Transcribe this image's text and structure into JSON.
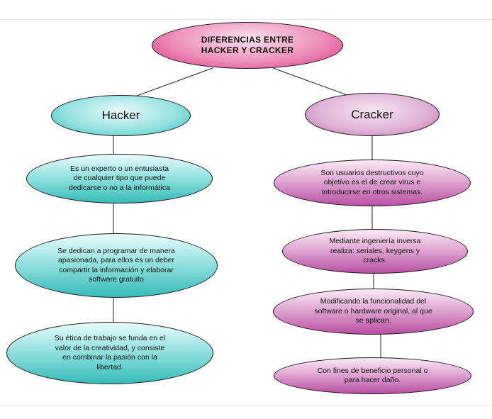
{
  "root": {
    "label": "DIFERENCIAS ENTRE\nHACKER Y CRACKER"
  },
  "hacker": {
    "title": "Hacker",
    "items": [
      "Es un experto o un entusiasta\nde cualquier tipo que puede\ndedicarse o no a la informática",
      "Se dedican a programar de manera\napasionada, para ellos es un deber\ncompartir la información y elaborar\nsoftware gratuito",
      "Su ética de trabajo se funda en el\nvalor de la creatividad, y consiste\nen combinar la pasión con la\nlibertad."
    ]
  },
  "cracker": {
    "title": "Cracker",
    "items": [
      "Son usuarios destructivos cuyo\nobjetivo es el de crear virus e\nintroducirse en otros sistemas.",
      "Mediante ingeniería inversa\nrealiza: seriales, keygens y\ncracks.",
      "Modificando la funcionalidad del\nsoftware o hardware original, al que\nse aplican.",
      "Con fines de beneficio personal o\npara hacer daño."
    ]
  },
  "colors": {
    "root": "#e04b8f",
    "hacker": "#4cc6c2",
    "cracker": "#c978b8",
    "connector": "#222222"
  }
}
